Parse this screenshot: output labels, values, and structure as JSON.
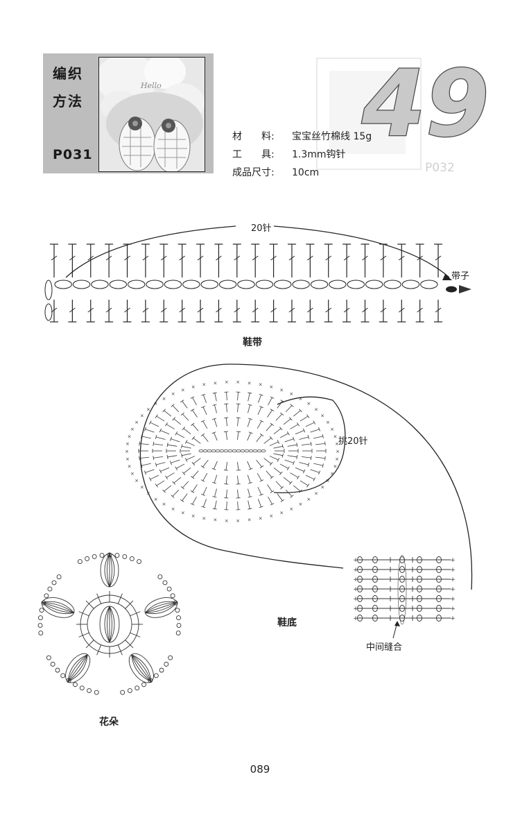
{
  "header": {
    "label_line1": "编织",
    "label_line2": "方法",
    "page_ref": "P031",
    "pattern_number": "49",
    "ghost_page_ref": "P032"
  },
  "photo": {
    "tag_text": "Hello"
  },
  "specs": [
    {
      "key": "材　　料:",
      "value": "宝宝丝竹棉线 15g"
    },
    {
      "key": "工　　具:",
      "value": "1.3mm钩针"
    },
    {
      "key": "成品尺寸:",
      "value": "10cm"
    }
  ],
  "diagrams": {
    "strap": {
      "count_label": "20针",
      "end_label": "带子",
      "caption": "鞋带",
      "columns": 22
    },
    "sole": {
      "pickup_label": "挑20针",
      "caption": "鞋底"
    },
    "seam": {
      "label": "中间缝合"
    },
    "flower": {
      "caption": "花朵",
      "petals": 5
    }
  },
  "page_number": "089"
}
